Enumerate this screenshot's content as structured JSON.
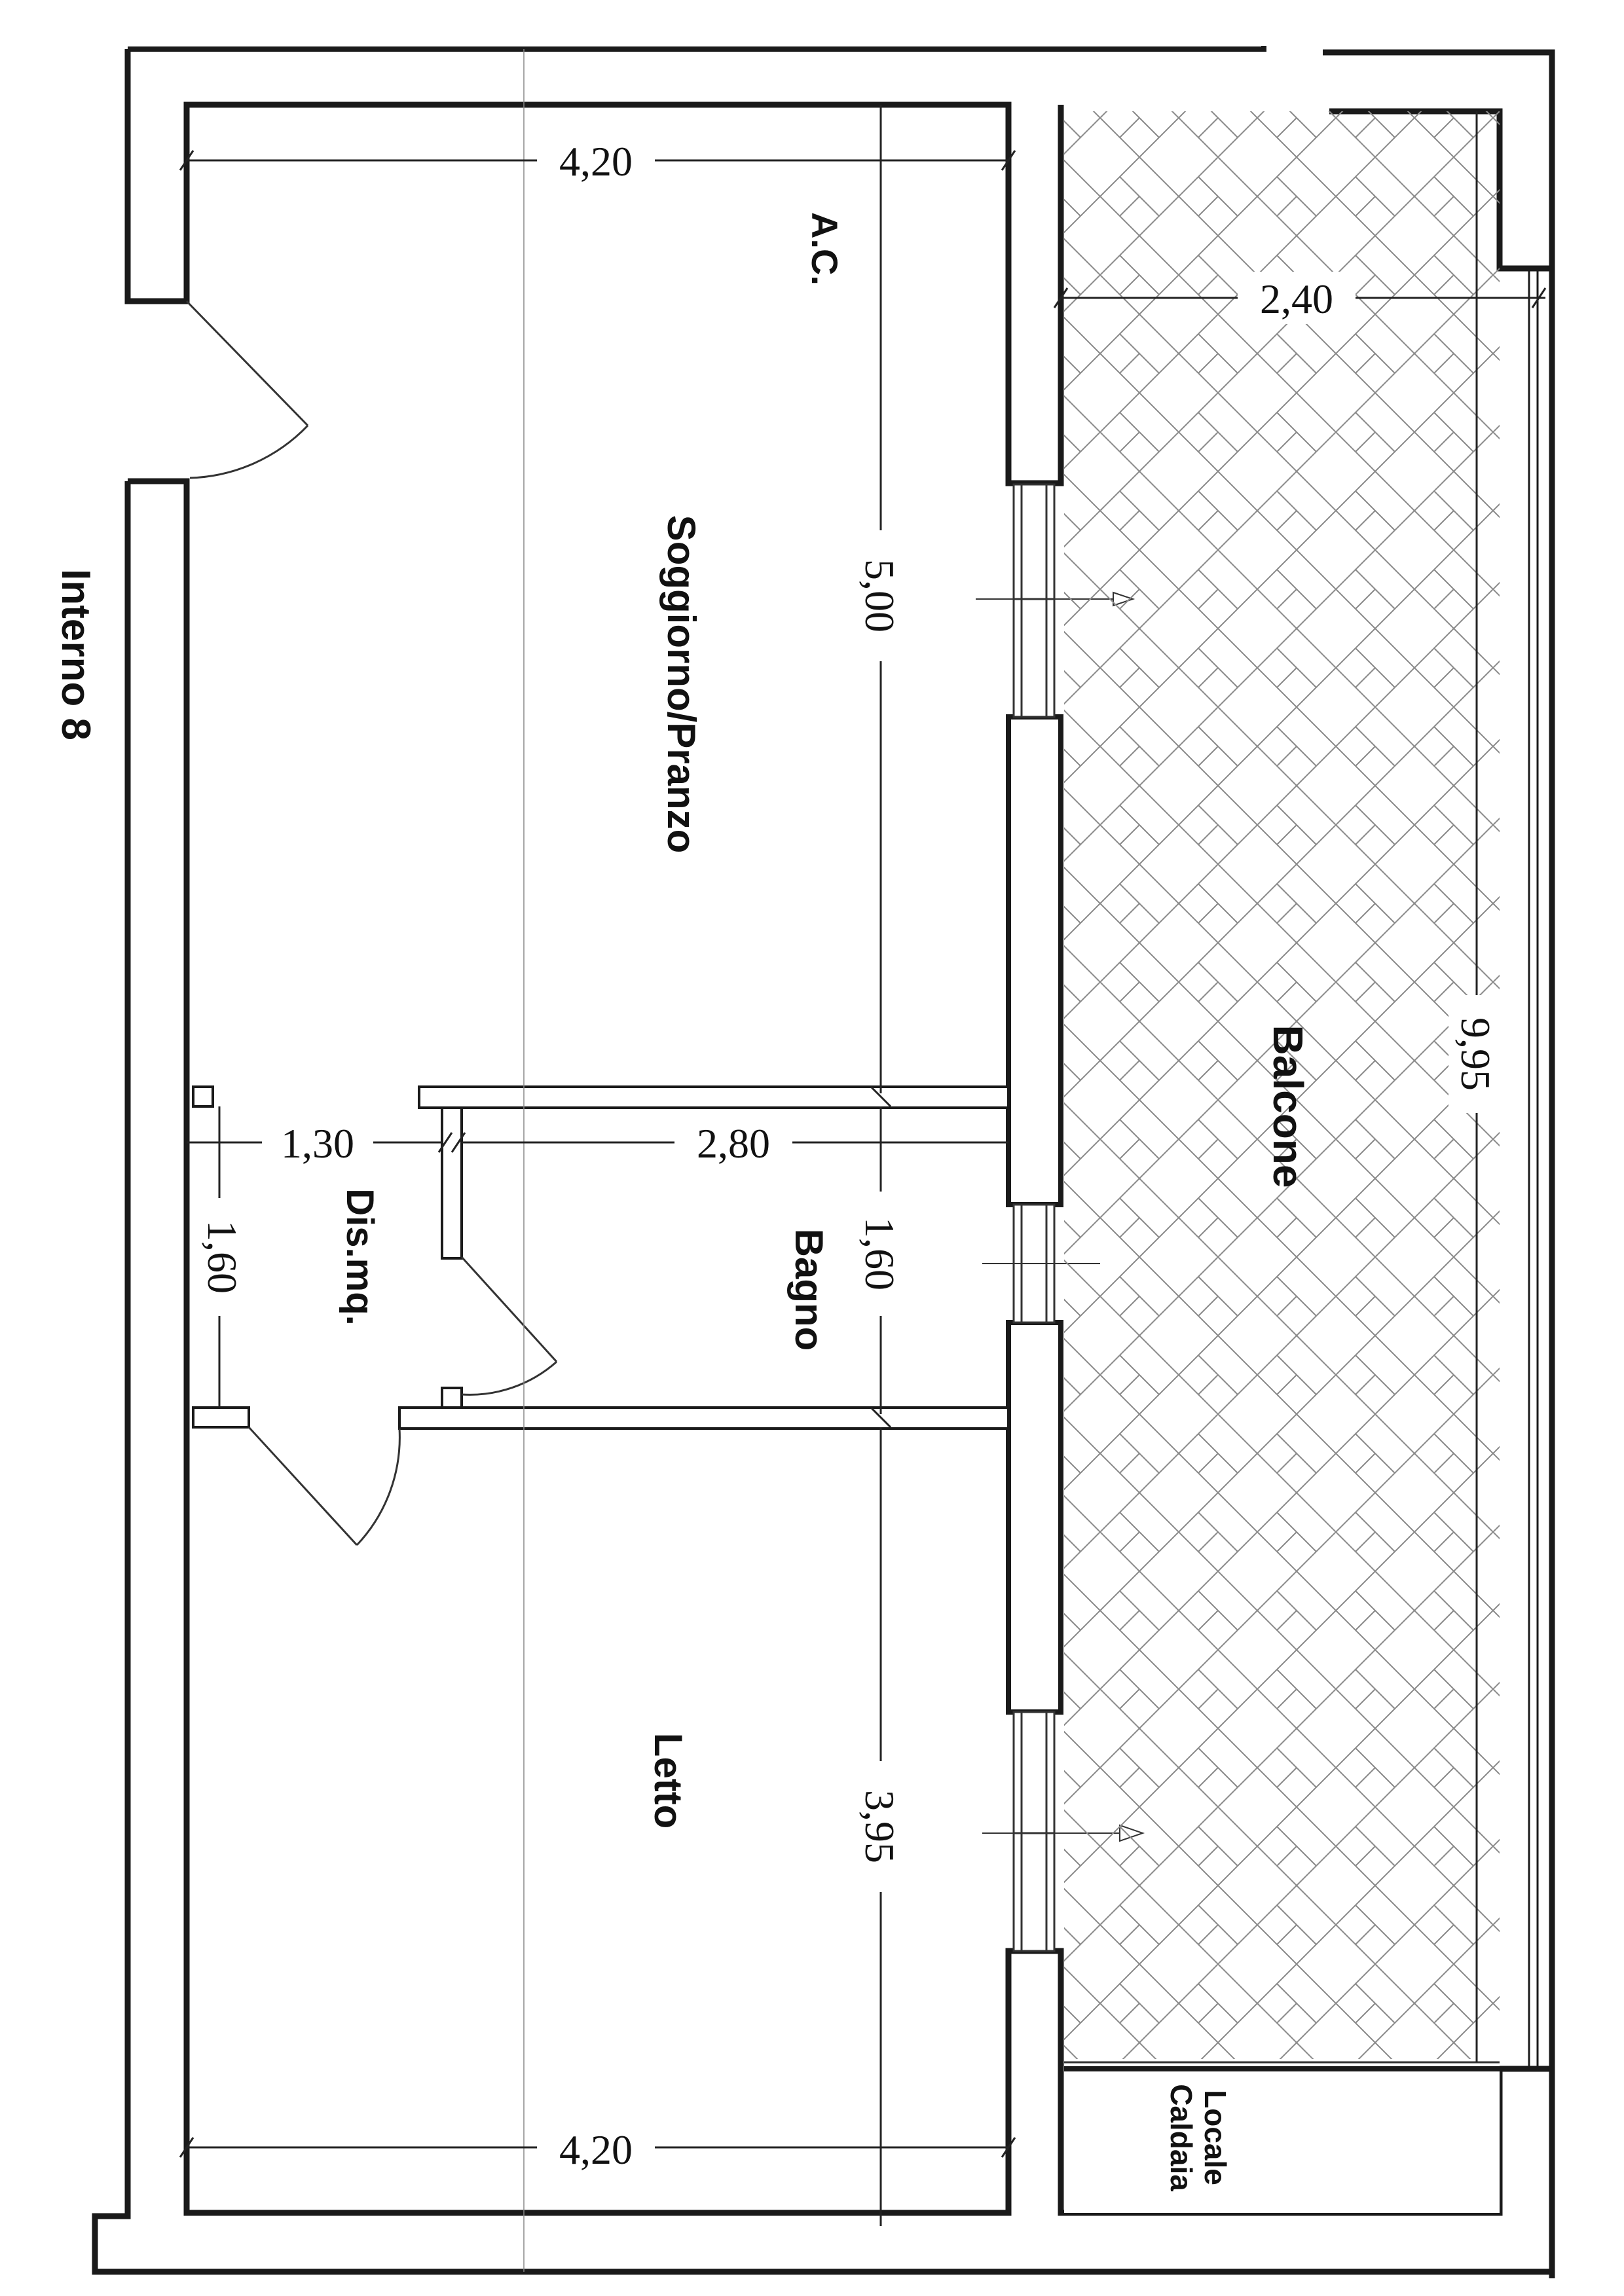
{
  "unit_label": "Interno 8",
  "rooms": {
    "soggiorno": "Soggiorno/Pranzo",
    "ac": "A.C.",
    "bagno": "Bagno",
    "disimpegno": "Dis.mq.",
    "letto": "Letto",
    "balcone": "Balcone",
    "locale_caldaia_line1": "Locale",
    "locale_caldaia_line2": "Caldaia"
  },
  "dimensions": {
    "soggiorno_width": "4,20",
    "soggiorno_length": "5,00",
    "letto_width": "4,20",
    "letto_length": "3,95",
    "dis_width": "1,30",
    "dis_length": "1,60",
    "bagno_width": "2,80",
    "bagno_length": "1,60",
    "balcone_width": "2,40",
    "balcone_length": "9,95"
  },
  "colors": {
    "wall": "#1a1a1a",
    "wall_fill": "#ffffff",
    "hatch": "#7a7a7a",
    "line": "#222222"
  }
}
